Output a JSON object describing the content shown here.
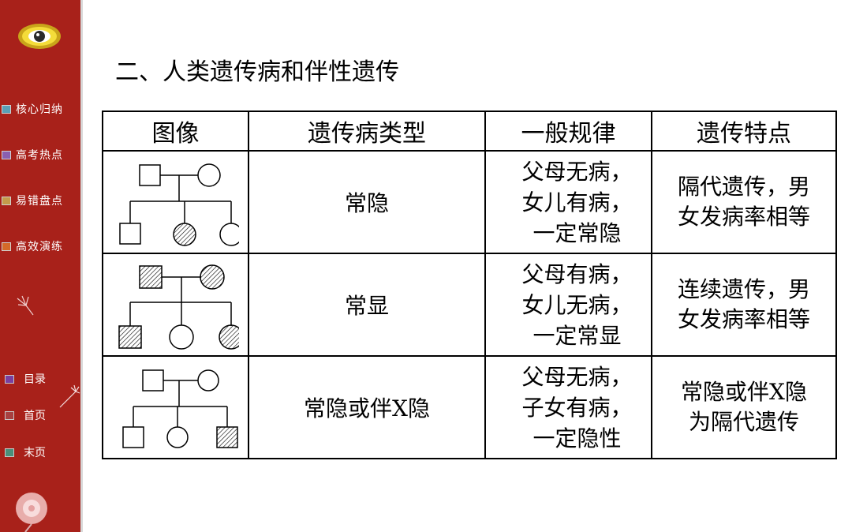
{
  "sidebar": {
    "items": [
      {
        "label": "核心归纳",
        "color": "#5a9fb6"
      },
      {
        "label": "高考热点",
        "color": "#8a5fb0"
      },
      {
        "label": "易错盘点",
        "color": "#c49a4a"
      },
      {
        "label": "高效演练",
        "color": "#d46a2a"
      }
    ],
    "bottom": [
      {
        "label": "目录",
        "color": "#7a3fa0"
      },
      {
        "label": "首页",
        "color": "#a84040"
      },
      {
        "label": "末页",
        "color": "#4a8f7a"
      }
    ]
  },
  "page": {
    "title": "二、人类遗传病和伴性遗传"
  },
  "table": {
    "headers": [
      "图像",
      "遗传病类型",
      "一般规律",
      "遗传特点"
    ],
    "rows": [
      {
        "type": "常隐",
        "rule": [
          "父母无病，",
          "女儿有病，",
          "一定常隐"
        ],
        "feature": [
          "隔代遗传，男",
          "女发病率相等"
        ]
      },
      {
        "type": "常显",
        "rule": [
          "父母有病，",
          "女儿无病，",
          "一定常显"
        ],
        "feature": [
          "连续遗传，男",
          "女发病率相等"
        ]
      },
      {
        "type": "常隐或伴X隐",
        "rule": [
          "父母无病，",
          "子女有病，",
          "一定隐性"
        ],
        "feature": [
          "常隐或伴X隐",
          "为隔代遗传"
        ]
      }
    ]
  }
}
